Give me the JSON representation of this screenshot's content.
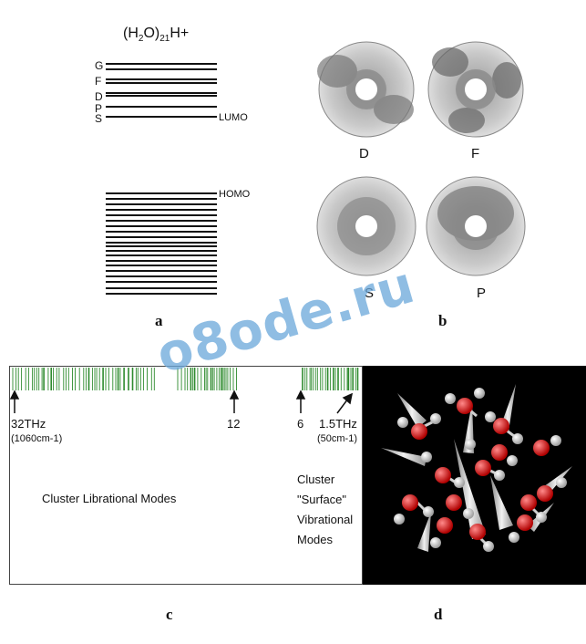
{
  "panel_a": {
    "title": "(H2O)21H+",
    "levels": [
      "G",
      "F",
      "D",
      "P",
      "S"
    ],
    "lumo": "LUMO",
    "homo": "HOMO",
    "caption": "a"
  },
  "panel_b": {
    "orbitals": [
      "D",
      "F",
      "S",
      "P"
    ],
    "caption": "b"
  },
  "panel_c": {
    "tick_left": "32THz",
    "tick_left_sub": "(1060cm-1)",
    "tick_12": "12",
    "tick_6": "6",
    "tick_right": "1.5THz",
    "tick_right_sub": "(50cm-1)",
    "region_left": "Cluster Librational Modes",
    "region_right": [
      "Cluster",
      "\"Surface\"",
      "Vibrational",
      "Modes"
    ],
    "caption": "c"
  },
  "panel_d": {
    "caption": "d"
  },
  "watermark": "o8ode.ru",
  "colors": {
    "green": "#2e8b2e",
    "oxygen": "#d01c1c",
    "hydrogen": "#e8e8e8",
    "watermark": "#6aa7da"
  }
}
